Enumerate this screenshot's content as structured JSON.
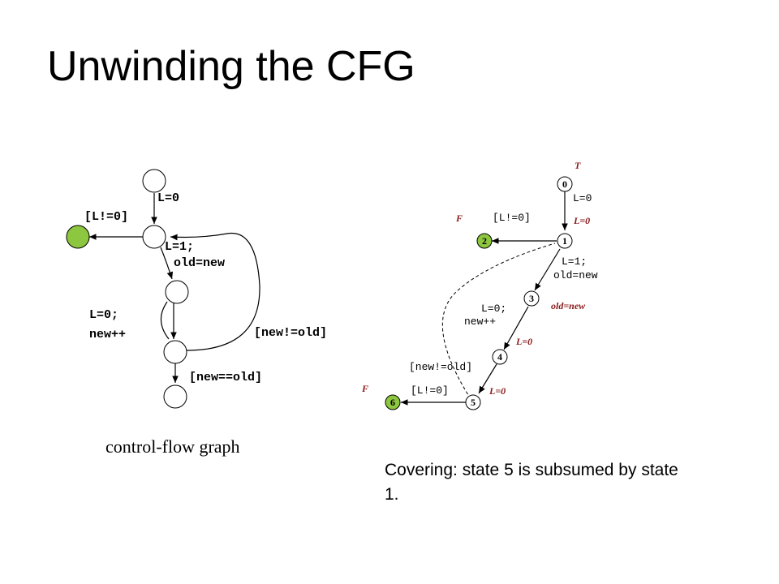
{
  "title": "Unwinding the CFG",
  "caption": "control-flow graph",
  "note": "Covering: state 5 is subsumed by state 1.",
  "colors": {
    "green": "#8dc63f",
    "dark_red": "#8b1a1a",
    "black": "#000000"
  },
  "cfg": {
    "L_eq_0": "L=0",
    "L_ne_0": "[L!=0]",
    "L_eq_1": "L=1;",
    "old_eq_new": "old=new",
    "L_eq_0_semi": "L=0;",
    "new_inc": "new++",
    "new_ne_old": "[new!=old]",
    "new_eq_old": "[new==old]"
  },
  "art": {
    "node0": "0",
    "node1": "1",
    "node2": "2",
    "node3": "3",
    "node4": "4",
    "node5": "5",
    "node6": "6",
    "e01": "L=0",
    "e12": "[L!=0]",
    "e13a": "L=1;",
    "e13b": "old=new",
    "e34a": "L=0;",
    "e34b": "new++",
    "e45": "[new!=old]",
    "e56": "[L!=0]",
    "T": "T",
    "F2": "F",
    "F6": "F",
    "inv1": "L=0",
    "inv3": "old=new",
    "inv4": "L=0",
    "inv5": "L=0"
  }
}
